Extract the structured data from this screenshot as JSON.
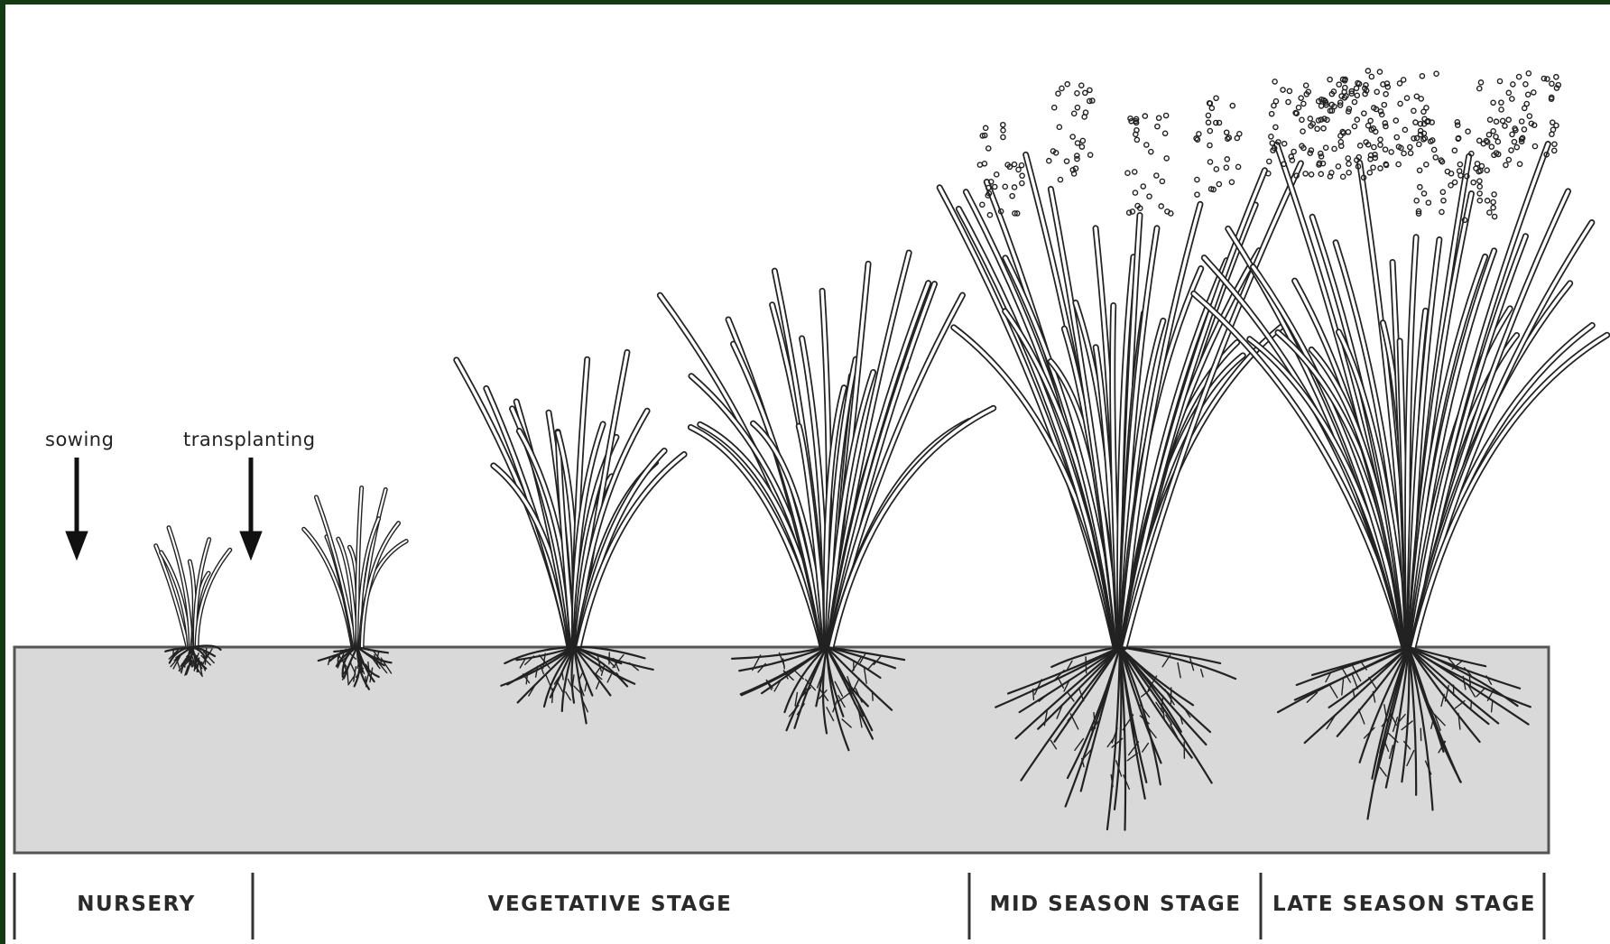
{
  "annotations": {
    "sowing": "sowing",
    "transplanting": "transplanting"
  },
  "stages": {
    "nursery": "NURSERY",
    "vegetative": "VEGETATIVE STAGE",
    "mid_season": "MID SEASON STAGE",
    "late_season": "LATE SEASON STAGE"
  },
  "colors": {
    "background_frame": "#143a14",
    "soil": "#d9d9d9",
    "ink": "#2a2a2a"
  }
}
